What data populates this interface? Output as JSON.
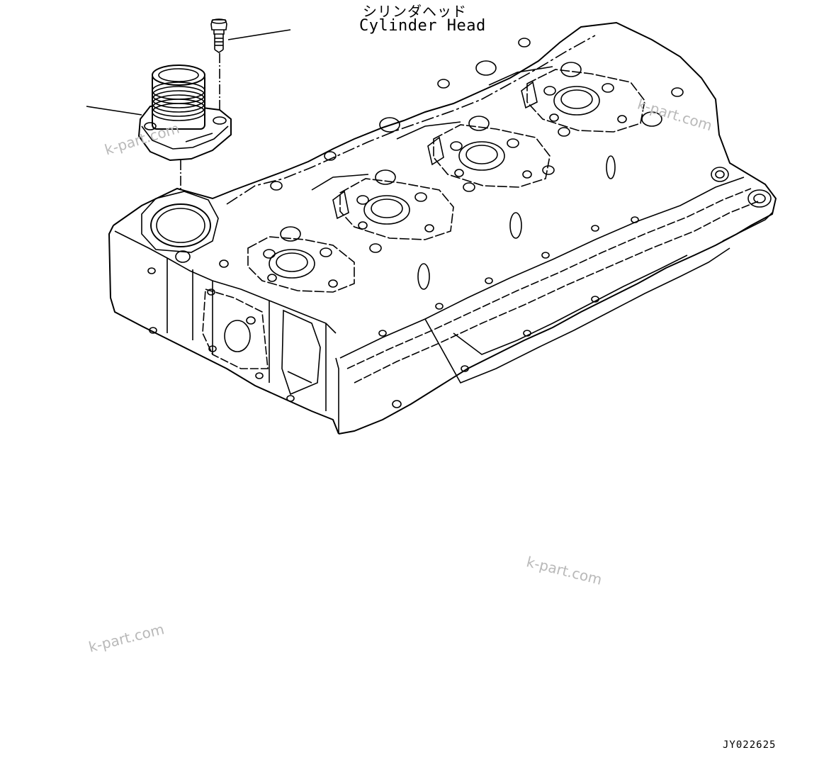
{
  "labels": {
    "part_name_jp": "シリンダヘッド",
    "part_name_en": "Cylinder Head",
    "drawing_code": "JY022625"
  },
  "watermark": "k-part.com",
  "colors": {
    "line": "#000000",
    "watermark": "#b9b9b9",
    "background": "#ffffff"
  }
}
